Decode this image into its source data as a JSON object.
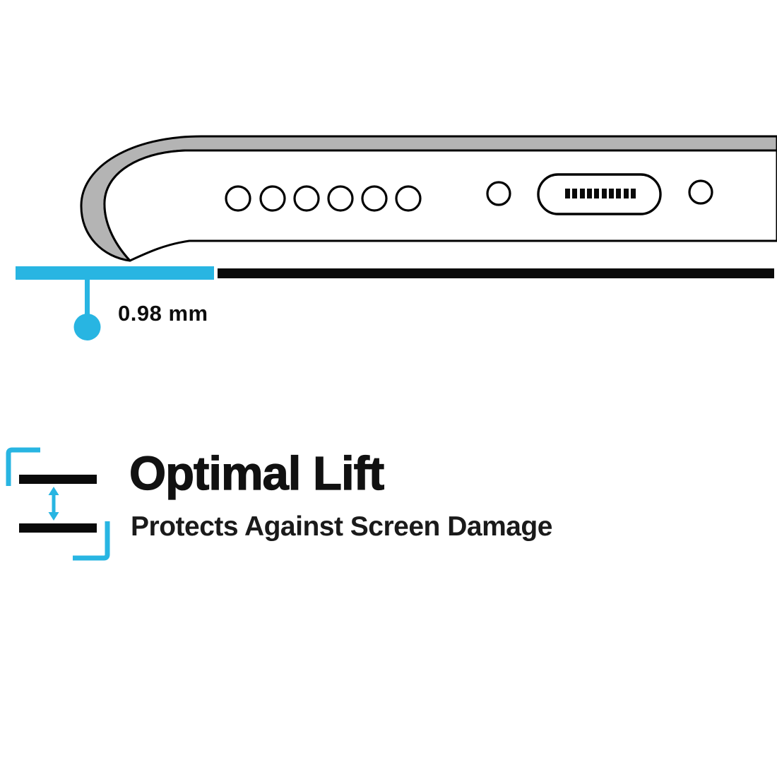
{
  "colors": {
    "accent_cyan": "#28b5e2",
    "ink_black": "#0a0a0a",
    "case_gray": "#b4b4b4",
    "background": "#ffffff"
  },
  "diagram": {
    "illustration": "phone-bottom-edge-in-case-cross-section",
    "measurement_label": "0.98 mm"
  },
  "feature": {
    "title": "Optimal Lift",
    "subtitle": "Protects Against Screen Damage"
  }
}
